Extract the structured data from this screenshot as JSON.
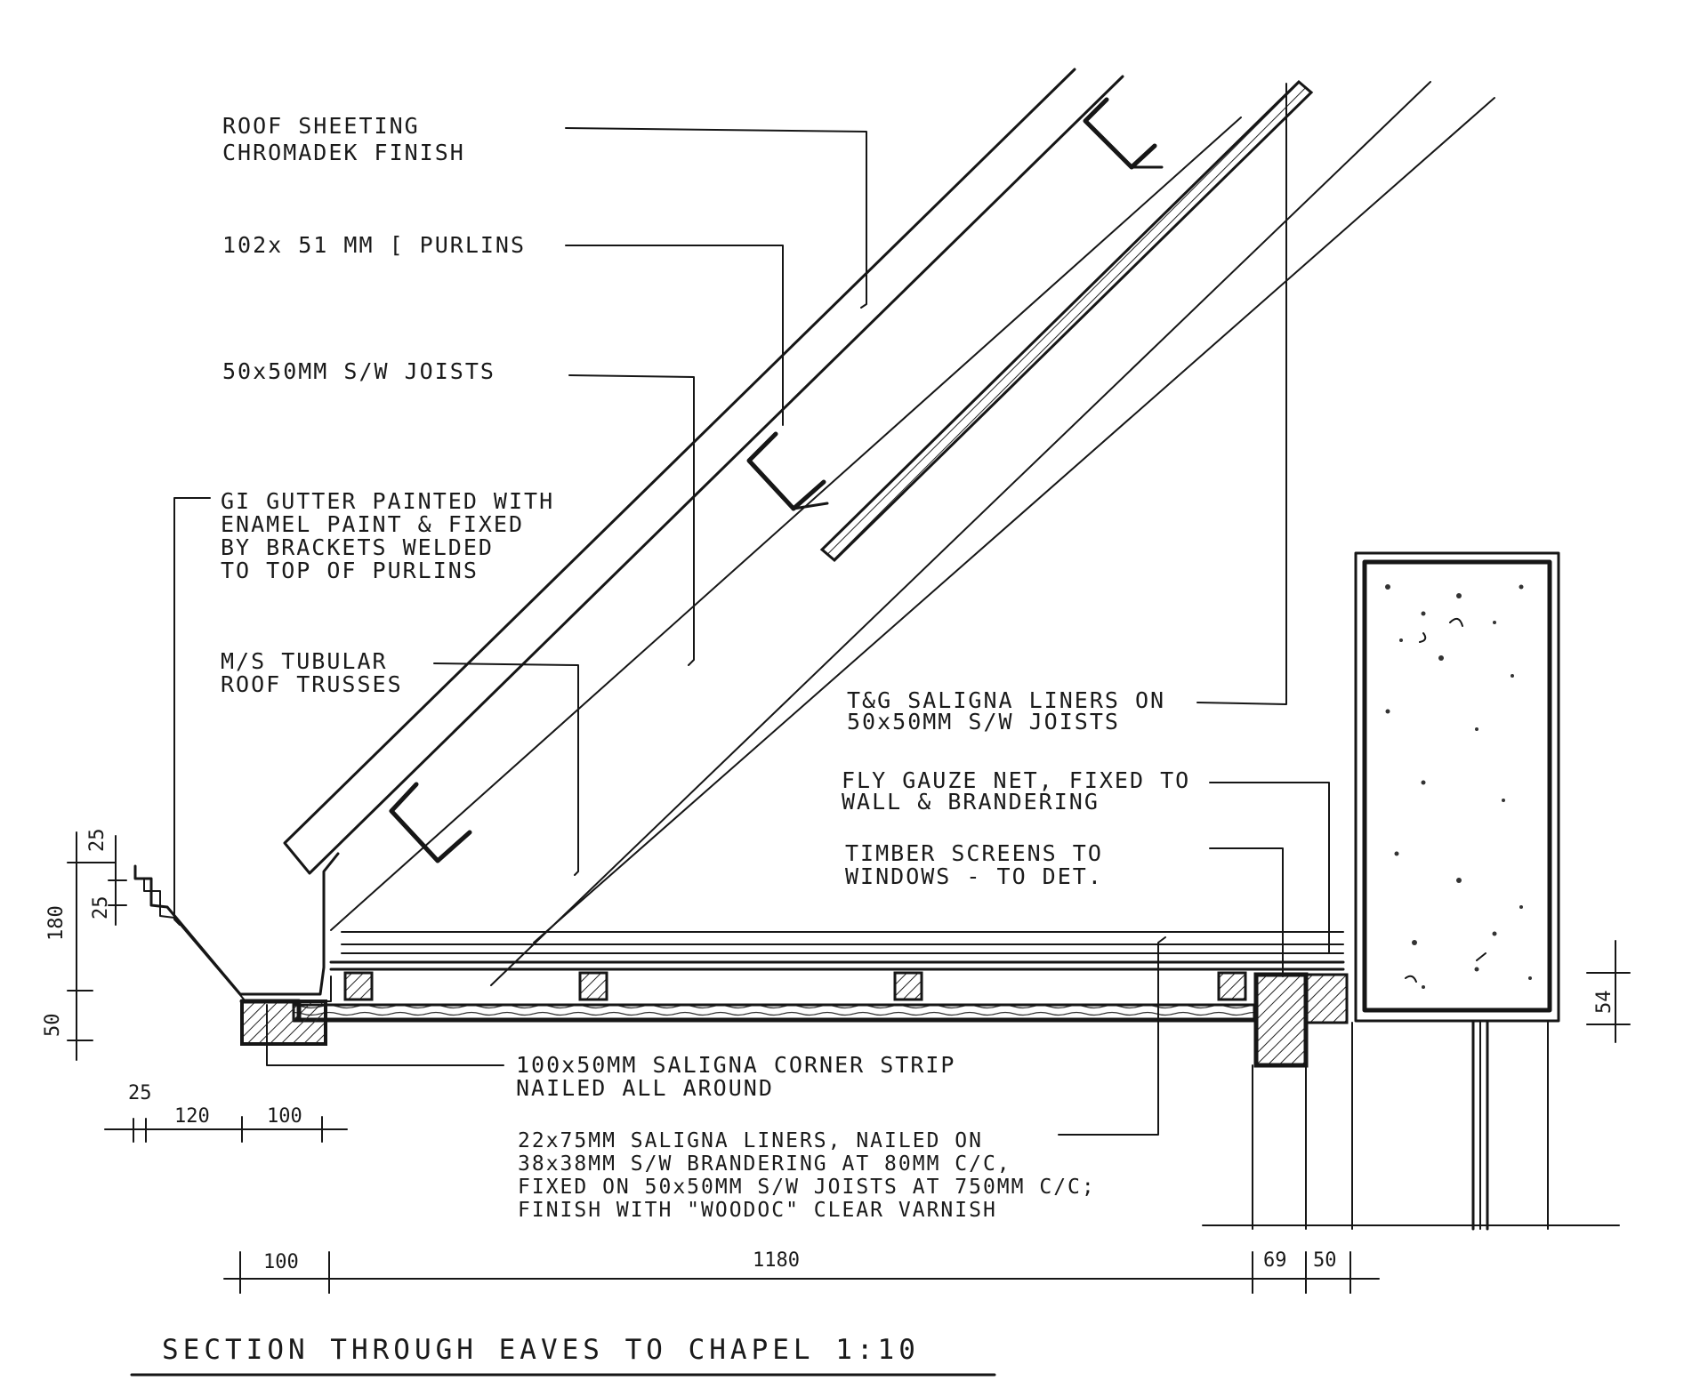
{
  "labels": {
    "roof_sheeting": [
      "ROOF SHEETING",
      "CHROMADEK FINISH"
    ],
    "purlins": [
      "102x 51 MM [ PURLINS"
    ],
    "joists": [
      "50x50MM S/W JOISTS"
    ],
    "gutter": [
      "GI GUTTER PAINTED WITH",
      "ENAMEL PAINT & FIXED",
      "BY BRACKETS WELDED",
      "TO TOP OF PURLINS"
    ],
    "trusses": [
      "M/S TUBULAR",
      "ROOF TRUSSES"
    ],
    "tg_liners": [
      "T&G SALIGNA LINERS ON",
      "50x50MM S/W JOISTS"
    ],
    "fly_gauze": [
      "FLY GAUZE NET, FIXED TO",
      "WALL & BRANDERING"
    ],
    "timber_screens": [
      "TIMBER SCREENS TO",
      "WINDOWS - TO DET."
    ],
    "corner_strip": [
      "100x50MM SALIGNA CORNER STRIP",
      "NAILED ALL AROUND"
    ],
    "soffit_liners": [
      "22x75MM SALIGNA LINERS, NAILED ON",
      "38x38MM S/W BRANDERING AT 80MM C/C,",
      "FIXED ON 50x50MM S/W JOISTS AT 750MM C/C;",
      "FINISH WITH \"WOODOC\" CLEAR VARNISH"
    ]
  },
  "dimensions": {
    "left_25_top": "25",
    "left_180": "180",
    "left_25_mid": "25",
    "left_50": "50",
    "bottom_25": "25",
    "bottom_120": "120",
    "bottom_100": "100",
    "base_100": "100",
    "base_1180": "1180",
    "base_69": "69",
    "base_50": "50",
    "right_54": "54"
  },
  "title": "SECTION THROUGH EAVES TO CHAPEL 1:10"
}
